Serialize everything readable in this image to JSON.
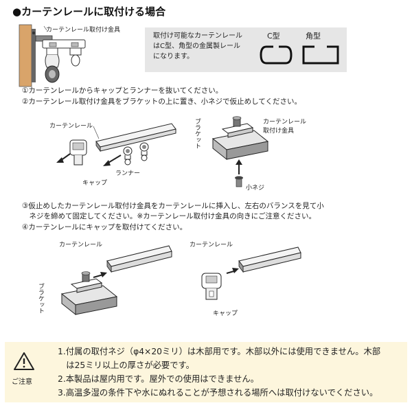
{
  "title": "●カーテンレールに取付ける場合",
  "top_figure": {
    "label": "カーテンレール取付け金具"
  },
  "info": {
    "lines": [
      "取付け可能なカーテンレール",
      "はC型、角型の金属製レール",
      "になります。"
    ],
    "shapes": [
      {
        "name": "C型",
        "icon": "c-shape-profile"
      },
      {
        "name": "角型",
        "icon": "square-shape-profile"
      }
    ]
  },
  "steps_1_2": [
    "①カーテンレールからキャップとランナーを抜いてください。",
    "②カーテンレール取付け金具をブラケットの上に置き、小ネジで仮止めしてください。"
  ],
  "fig1": {
    "rail": "カーテンレール",
    "cap": "キャップ",
    "runner": "ランナー"
  },
  "fig2": {
    "bracket": "ブラケット",
    "fitting_line1": "カーテンレール",
    "fitting_line2": "取付け金具",
    "screw": "小ネジ"
  },
  "steps_3_4": [
    "③仮止めしたカーテンレール取付け金具をカーテンレールに挿入し、左右のバランスを見て小",
    "　ネジを締めて固定してください。※カーテンレール取付け金具の向きにご注意ください。",
    "④カーテンレールにキャップを取付けてください。"
  ],
  "fig3": {
    "rail": "カーテンレール",
    "bracket": "ブラケット"
  },
  "fig4": {
    "rail": "カーテンレール",
    "cap": "キャップ"
  },
  "caution": {
    "label": "ご注意",
    "icon": "warning-triangle-icon",
    "lines": [
      "1.付属の取付ネジ（φ4×20ミリ）は木部用です。木部以外には使用できません。木部",
      "　は25ミリ以上の厚さが必要です。",
      "2.本製品は屋内用です。屋外での使用はできません。",
      "3.高温多湿の条件下や水にぬれることが予想される場所へは取付けないでください。"
    ]
  }
}
